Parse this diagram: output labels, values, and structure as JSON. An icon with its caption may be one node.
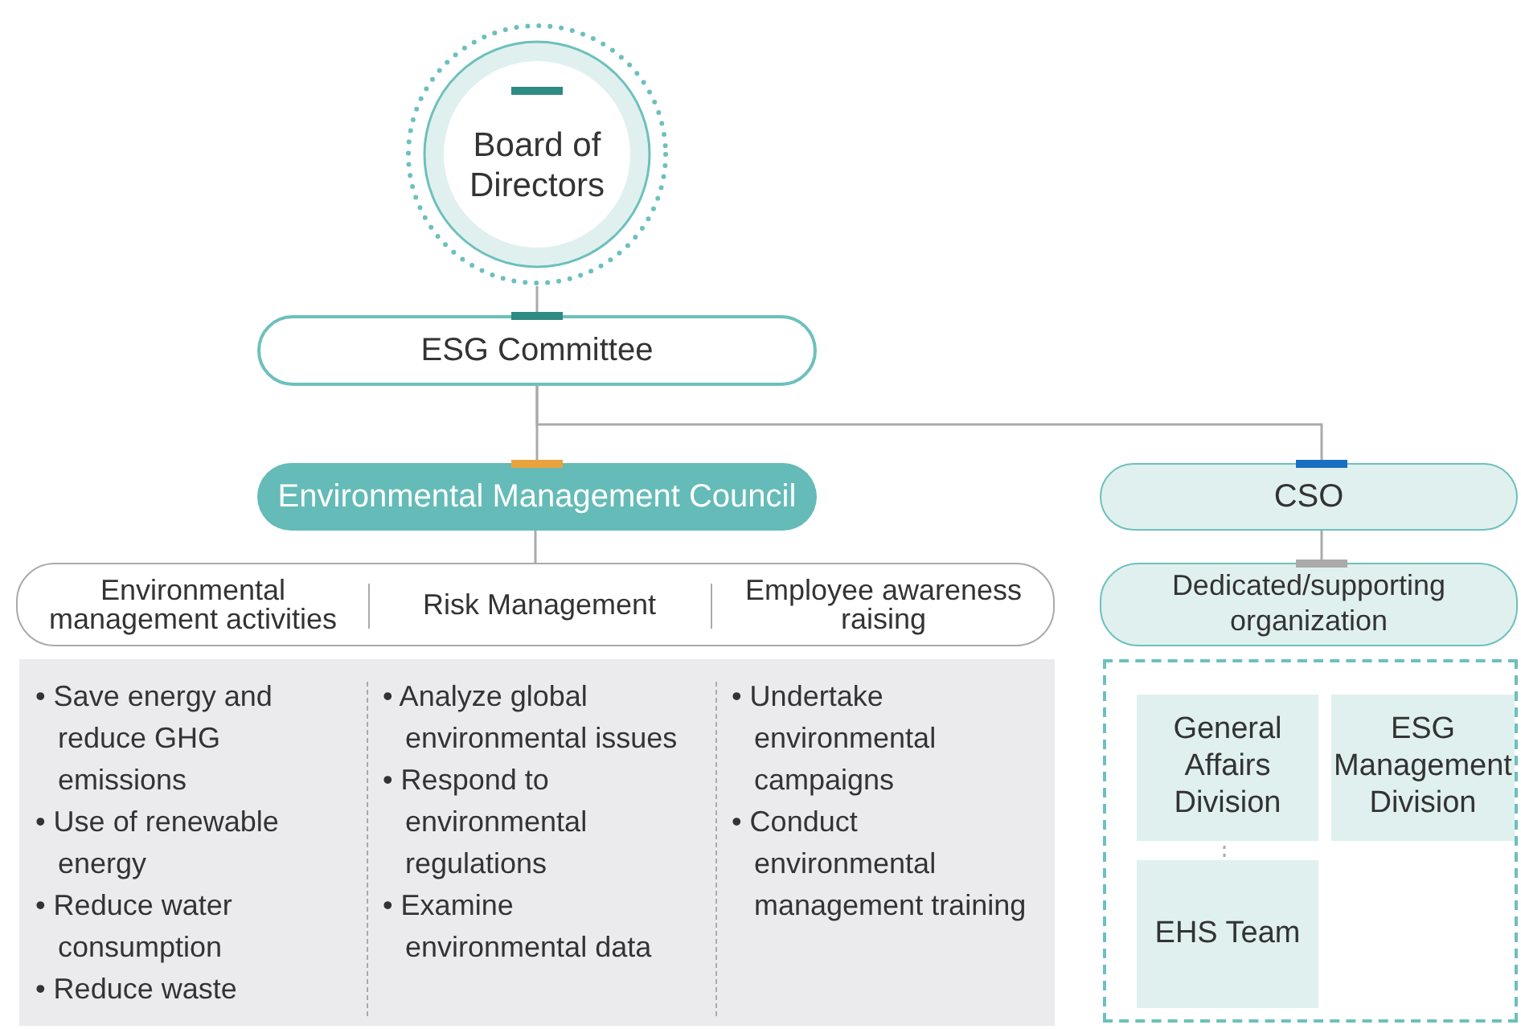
{
  "diagram": {
    "nodes": [
      {
        "text": [
          "Board of Directors"
        ]
      },
      {
        "text": [
          "ESG Committee"
        ]
      },
      {
        "text": [
          "Environmental Management Council"
        ]
      },
      {
        "text": [
          "CSO"
        ]
      },
      {
        "text": [
          "Environmental management activities",
          "Risk Management",
          "Employee awareness raising"
        ]
      },
      {
        "text": [
          "• Save energy and reduce GHG emissions",
          "• Use of renewable energy",
          "• Reduce water consumption",
          "• Reduce waste",
          "• Analyze global environmental issues",
          "• Respond to environmental regulations",
          "• Examine environmental data",
          "• Undertake environmental campaigns",
          "• Conduct environmental management training"
        ]
      },
      {
        "text": [
          "Dedicated/supporting organization"
        ]
      },
      {
        "text": [],
        "shape": "box"
      },
      {
        "text": [
          "General Affairs Division"
        ],
        "in": 7
      },
      {
        "text": [
          "ESG Management Division"
        ],
        "in": 7
      },
      {
        "text": [
          "EHS Team"
        ],
        "in": 7
      }
    ],
    "edges": [
      {
        "from": 0,
        "to": 1,
        "arrow": "none"
      },
      {
        "from": 1,
        "to": 2,
        "arrow": "none"
      },
      {
        "from": 1,
        "to": 3,
        "arrow": "none"
      },
      {
        "from": 2,
        "to": 4,
        "arrow": "none"
      },
      {
        "from": 3,
        "to": 6,
        "arrow": "none"
      },
      {
        "from": 8,
        "to": 10,
        "arrow": "none",
        "style": "dashed"
      }
    ]
  }
}
